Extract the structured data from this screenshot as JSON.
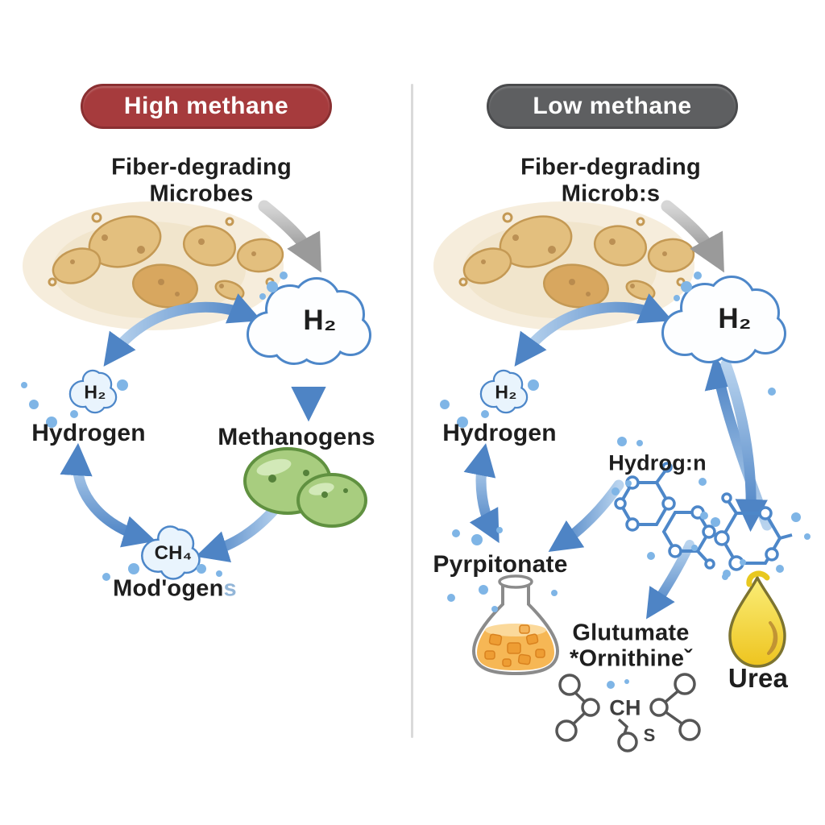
{
  "colors": {
    "banner_red": "#a63b3d",
    "banner_gray": "#5e5f61",
    "arrow_blue": "#4e84c5",
    "arrow_gray": "#9a9a9a",
    "cloud_outline": "#4d87c9",
    "droplet_blue": "#7fb5e6",
    "microbe_tan": "#e3bf7e",
    "methanogen_green": "#a8cd7f",
    "flask_orange": "#f6b755",
    "urea_yellow": "#f2d22e",
    "divider_gray": "#dadada"
  },
  "left_panel": {
    "banner": "High methane",
    "microbes_label_line1": "Fiber-degrading",
    "microbes_label_line2": "Microbes",
    "cloud_label": "H₂",
    "bubble_label": "H₂",
    "hydrogen_label": "Hydrogen",
    "methanogens_label": "Methanogens",
    "ch4_label": "CH₄",
    "modogens_label": "Mod'ogen",
    "modogens_suffix": "s"
  },
  "right_panel": {
    "banner": "Low methane",
    "microbes_label_line1": "Fiber-degrading",
    "microbes_label_line2": "Microb:s",
    "cloud_label": "H₂",
    "bubble_label": "H₂",
    "hydrogen_label": "Hydrogen",
    "hydrogen2_label": "Hydrog:n",
    "propionate_label": "Pyrpitonate",
    "glutamate_label": "Glutumate",
    "ornithine_label": "*Ornithineˇ",
    "urea_label": "Urea",
    "molecule_ch_label": "CH",
    "molecule_s_label": "S"
  }
}
